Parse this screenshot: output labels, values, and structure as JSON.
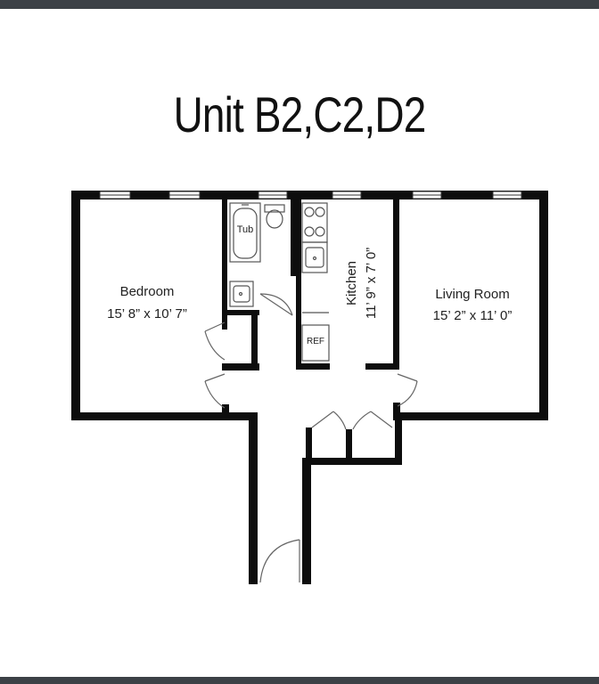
{
  "title": "Unit B2,C2,D2",
  "rooms": {
    "bedroom": {
      "name": "Bedroom",
      "dims": "15’ 8” x 10’ 7”"
    },
    "living": {
      "name": "Living Room",
      "dims": "15’ 2” x 11’ 0”"
    },
    "kitchen": {
      "name": "Kitchen",
      "dims": "11’ 9” x 7’ 0”"
    }
  },
  "fixtures": {
    "tub": "Tub",
    "ref": "REF"
  },
  "colors": {
    "wall": "#0d0d0d",
    "edge_bar": "#3c4146",
    "fixture_stroke": "#555555"
  }
}
